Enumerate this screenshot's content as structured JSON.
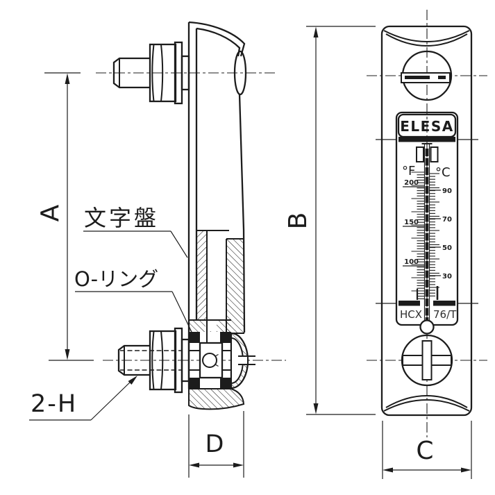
{
  "colors": {
    "background": "#ffffff",
    "line": "#1c1c1c"
  },
  "section_view": {
    "dial_face_label": "文字盤",
    "o_ring_label": "O-リング",
    "mounting_holes_label": "2-H",
    "dim_bolt_spacing": "A",
    "dim_depth": "D"
  },
  "front_view": {
    "dim_height": "B",
    "dim_width": "C",
    "brand": "ELESA",
    "model_left": "HCX",
    "model_right": "76/T",
    "thermometer": {
      "fahrenheit_symbol": "°F",
      "celsius_symbol": "°C",
      "fahrenheit_scale": [
        "200",
        "150",
        "100"
      ],
      "celsius_scale": [
        "90",
        "70",
        "50",
        "30"
      ]
    }
  }
}
